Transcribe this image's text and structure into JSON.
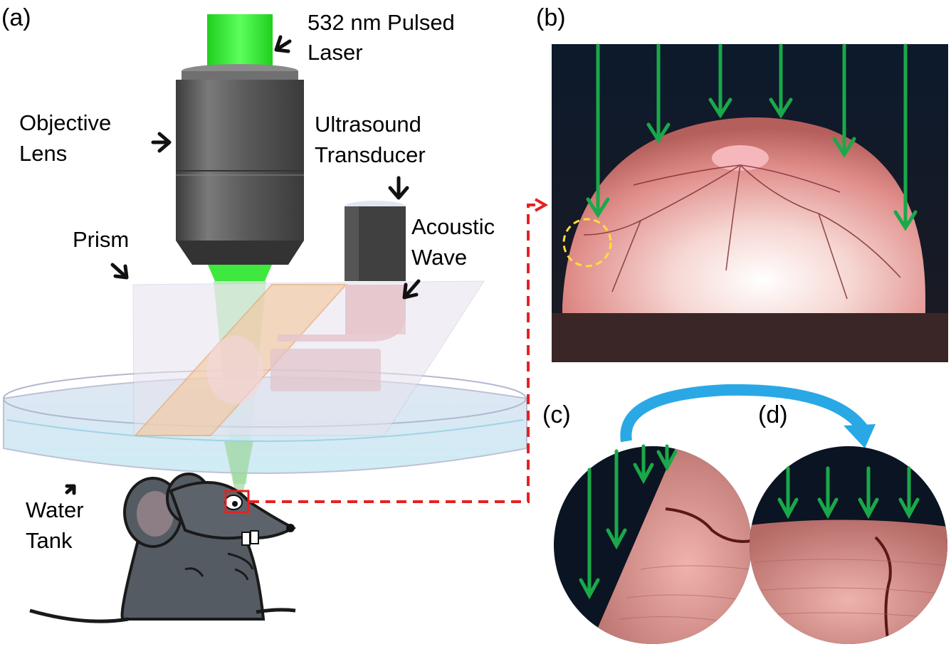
{
  "panels": {
    "a": "(a)",
    "b": "(b)",
    "c": "(c)",
    "d": "(d)"
  },
  "labels": {
    "laser_line1": "532 nm Pulsed",
    "laser_line2": "Laser",
    "objective_line1": "Objective",
    "objective_line2": "Lens",
    "transducer_line1": "Ultrasound",
    "transducer_line2": "Transducer",
    "acoustic_line1": "Acoustic",
    "acoustic_line2": "Wave",
    "prism": "Prism",
    "tank_line1": "Water",
    "tank_line2": "Tank"
  },
  "colors": {
    "laser_green": "#22dd22",
    "arrow_green": "#1aa84a",
    "callout_red": "#e52222",
    "highlight_yellow": "#ffe033",
    "curve_blue": "#2aa8e6",
    "lens_gray": "#5a5a5a",
    "retina_pink": "#e59a9a"
  }
}
